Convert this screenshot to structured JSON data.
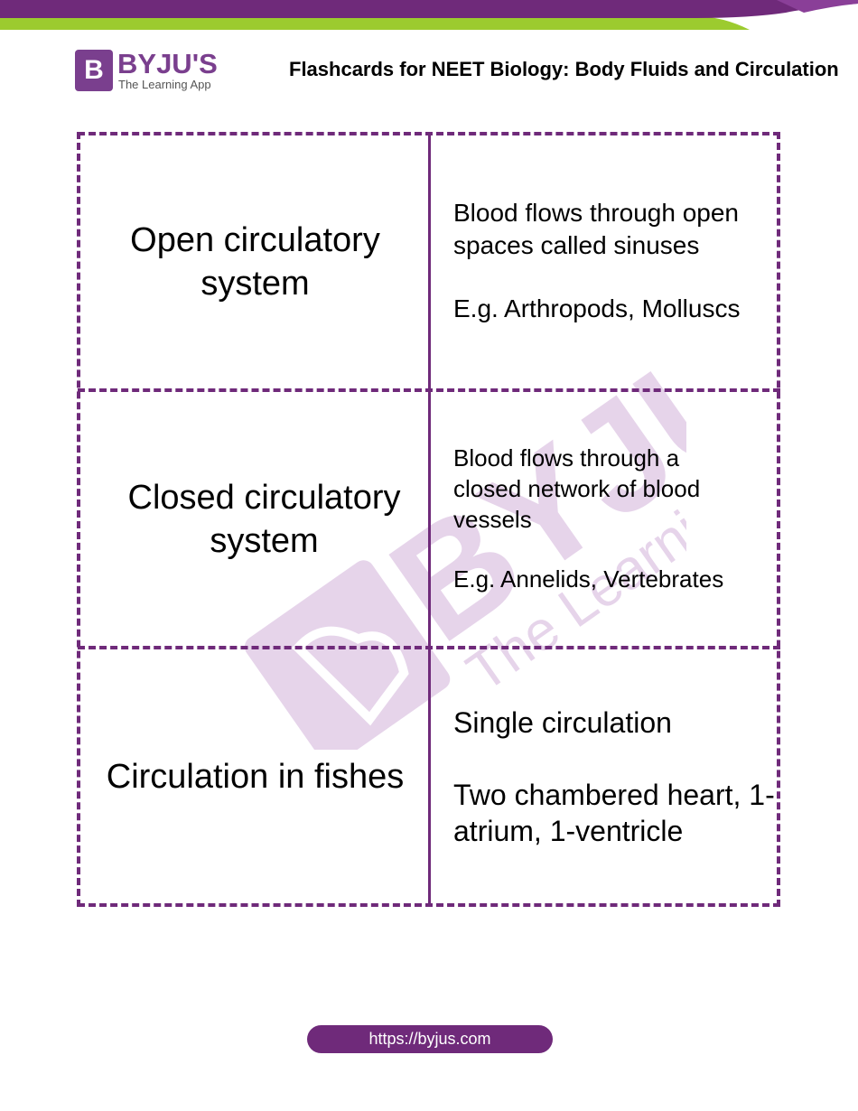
{
  "header": {
    "logo": {
      "brand": "BYJU'S",
      "tagline": "The Learning App",
      "mark": "B"
    },
    "title": "Flashcards for NEET Biology: Body Fluids and Circulation"
  },
  "cards": [
    {
      "term": "Open circulatory system",
      "definition": [
        "Blood flows through open spaces called sinuses",
        "E.g. Arthropods, Molluscs"
      ]
    },
    {
      "term": "Closed circulatory system",
      "definition": [
        "Blood flows through a closed network of blood vessels",
        "E.g. Annelids, Vertebrates"
      ]
    },
    {
      "term": "Circulation in fishes",
      "definition": [
        "Single circulation",
        "Two chambered heart, 1-atrium, 1-ventricle"
      ]
    }
  ],
  "watermark": {
    "brand": "BYJU'S",
    "tagline": "The Learning App"
  },
  "footer": {
    "url": "https://byjus.com"
  },
  "colors": {
    "purple": "#6f2a7a",
    "green": "#9ccb2f"
  }
}
